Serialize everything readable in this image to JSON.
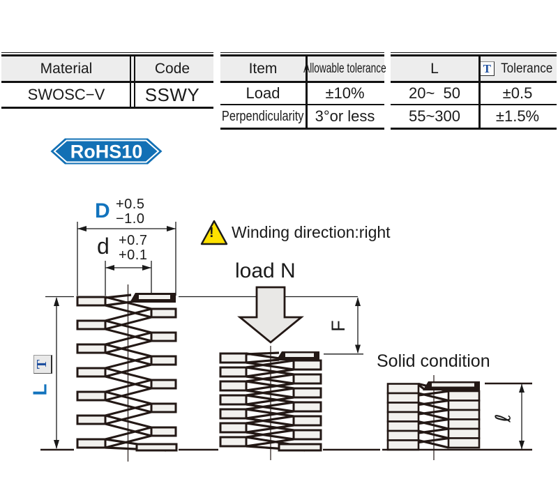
{
  "tables": {
    "material": {
      "headers": [
        "Material",
        "Code"
      ],
      "rows": [
        {
          "material": "SWOSC−V",
          "code": "SSWY"
        }
      ]
    },
    "item_tolerance": {
      "headers": [
        "Item",
        "Allowable tolerance"
      ],
      "rows": [
        {
          "item": "Load",
          "value": "±10%"
        },
        {
          "item": "Perpendicularity",
          "value": "3°or less"
        }
      ]
    },
    "length_tolerance": {
      "headers": {
        "col1": "L",
        "t_symbol": "T",
        "col2": "Tolerance"
      },
      "rows": [
        {
          "range": "20~  50",
          "value": "±0.5"
        },
        {
          "range": "55~300",
          "value": "±1.5%"
        }
      ]
    }
  },
  "badge": {
    "label": "RoHS10"
  },
  "diagram": {
    "dim_D": {
      "label": "D",
      "tol_upper": "+0.5",
      "tol_lower": "−1.0"
    },
    "dim_d": {
      "label": "d",
      "tol_upper": "+0.7",
      "tol_lower": "+0.1"
    },
    "warning": {
      "symbol": "!",
      "text": "Winding direction:right"
    },
    "load_label": "load N",
    "dim_F": "F",
    "dim_T": "T",
    "dim_L": "L",
    "solid_label": "Solid condition",
    "dim_length": "ℓ"
  },
  "colors": {
    "accent_blue": "#1273bd",
    "navy_t": "#1e4f9f",
    "line_dark": "#231815",
    "warning_yellow": "#ffe100",
    "badge_blue": "#1270b5"
  }
}
